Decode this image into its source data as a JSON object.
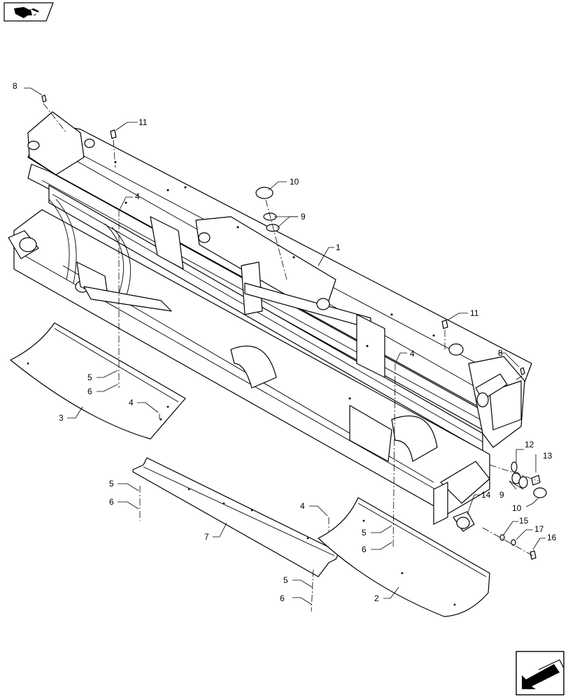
{
  "icons": {
    "top_left": "book-arrow-icon",
    "bottom_right": "next-page-arrow-icon"
  },
  "callouts": [
    {
      "id": "c8a",
      "label": "8"
    },
    {
      "id": "c11a",
      "label": "11"
    },
    {
      "id": "c10a",
      "label": "10"
    },
    {
      "id": "c9a",
      "label": "9"
    },
    {
      "id": "c1",
      "label": "1"
    },
    {
      "id": "c4a",
      "label": "4"
    },
    {
      "id": "c11b",
      "label": "11"
    },
    {
      "id": "c8b",
      "label": "8"
    },
    {
      "id": "c4b",
      "label": "4"
    },
    {
      "id": "c5a",
      "label": "5"
    },
    {
      "id": "c6a",
      "label": "6"
    },
    {
      "id": "c4c",
      "label": "4"
    },
    {
      "id": "c3",
      "label": "3"
    },
    {
      "id": "c12",
      "label": "12"
    },
    {
      "id": "c13",
      "label": "13"
    },
    {
      "id": "c9b",
      "label": "9"
    },
    {
      "id": "c10b",
      "label": "10"
    },
    {
      "id": "c14",
      "label": "14"
    },
    {
      "id": "c5b",
      "label": "5"
    },
    {
      "id": "c6b",
      "label": "6"
    },
    {
      "id": "c4d",
      "label": "4"
    },
    {
      "id": "c7",
      "label": "7"
    },
    {
      "id": "c5c",
      "label": "5"
    },
    {
      "id": "c6c",
      "label": "6"
    },
    {
      "id": "c15",
      "label": "15"
    },
    {
      "id": "c17",
      "label": "17"
    },
    {
      "id": "c16",
      "label": "16"
    },
    {
      "id": "c5d",
      "label": "5"
    },
    {
      "id": "c6d",
      "label": "6"
    },
    {
      "id": "c2",
      "label": "2"
    }
  ]
}
